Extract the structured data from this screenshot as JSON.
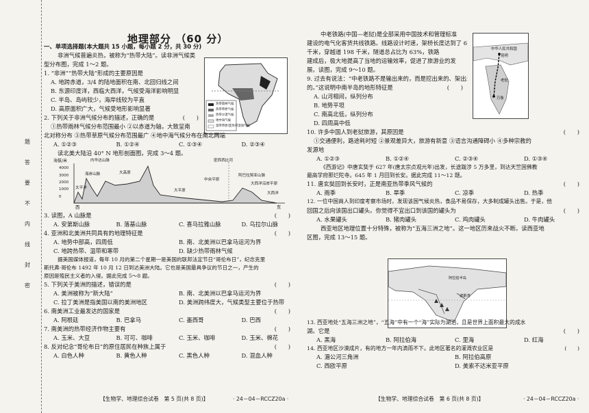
{
  "sidebar": {
    "chars": [
      "题",
      "答",
      "要",
      "不",
      "内",
      "线",
      "封",
      "密"
    ]
  },
  "title": "地理部分 （60 分）",
  "section": "一、单项选择题(本大题共 15 小题，每小题 2 分，共 30 分)",
  "intro1": [
    "非洲气候普遍炎热，被称为“热带大陆”。读非洲气候类",
    "型分布图，完成 1～2 题。"
  ],
  "q1": {
    "stem": "1. “非洲”“热带大陆”形成的主要原因是",
    "paren": "(　　)",
    "opts": [
      "A. 地跨赤道，3/4 的陆地面积在南、北回归线之间",
      "B. 东源印度洋，西临大西洋，气候受海洋影响明显",
      "C. 半岛、岛屿较少，海岸线较为平直",
      "D. 高原面积广大，气候受地形影响显著"
    ]
  },
  "q2": {
    "stem": "2. 下列关于非洲气候分布的描述，正确的是",
    "paren": "(　　)",
    "lines": [
      "①热带雨林气候分布范围最小  ②以赤道为轴，大致呈南",
      "北对称分布  ③热带草原气候分布范围最广  ④地中海气候分布在南北两端"
    ],
    "opts": [
      "A. ①②③",
      "B. ①②④",
      "C. ①③④",
      "D. ②③④"
    ]
  },
  "intro2": "读北美大陆沿 40° N 地形剖面图，完成 3～4 题。",
  "profile": {
    "ylabel": "海拔/米",
    "yticks": [
      "4000",
      "3000",
      "2000",
      "1000",
      "0"
    ],
    "west": "西",
    "east": "东",
    "labels": [
      "内华达山脉",
      "海岸山脉",
      "太平洋",
      "大高原",
      "大平原",
      "密西西比河",
      "中央平原",
      "阿巴拉契亚山脉",
      "大西洋沿岸平原",
      "大西洋"
    ]
  },
  "q3": {
    "stem": "3. 读图，A 山脉是",
    "paren": "(　　)",
    "opts": [
      "A. 安第斯山脉",
      "B. 落基山脉",
      "C. 喜马拉雅山脉",
      "D. 乌拉尔山脉"
    ]
  },
  "q4": {
    "stem": "4. 亚洲和北美洲共同具有的地理特征是",
    "paren": "(　　)",
    "opts": [
      "A. 地势中部高，四周低",
      "B. 南、北美洲以巴拿马运河为界",
      "C. 地跨热带、温带和寒带",
      "D. 缺少热带雨林气候"
    ]
  },
  "intro3": [
    "据美国媒体报道，每年 10 月的第二个星期一是美国的联邦法定节日“哥伦布日”，纪念克里",
    "斯托弗·哥伦布 1492 年 10 月 12 日到达美洲大陆。它也是美国最具争议的节日之一，产生的",
    "原因是殖民主义者的入侵。据此完成 5～8 题。"
  ],
  "q5": {
    "stem": "5. 下列关于美洲的描述，错误的是",
    "paren": "(　　)",
    "opts": [
      "A. 美洲被称为“新大陆”",
      "B. 南、北美洲以巴拿马运河为界",
      "C. 拉丁美洲是指美国以南的美洲地区",
      "D. 美洲跨纬度大，气候类型主要位于热带"
    ]
  },
  "q6": {
    "stem": "6. 南美洲工业最发达的国家是",
    "paren": "(　　)",
    "opts": [
      "A. 阿根廷",
      "B. 巴拿马",
      "C. 墨西哥",
      "D. 巴西"
    ]
  },
  "q7": {
    "stem": "7. 南美洲的热带经济作物主要有",
    "paren": "(　　)",
    "opts": [
      "A. 玉米、大豆",
      "B. 可可、咖啡",
      "C. 玉米、咖啡",
      "D. 玉米、棉花"
    ]
  },
  "q8": {
    "stem": "8. 反对纪念“哥伦布日”的原住居民在种族上属于",
    "paren": "(　　)",
    "opts": [
      "A. 白色人种",
      "B. 黄色人种",
      "C. 黑色人种",
      "D. 混血人种"
    ]
  },
  "footer_left": "【生物学、地理综合试卷　第 5 页(共 8 页)】",
  "footer_left_code": "· 24－04－RCCZ20a ·",
  "intro4": [
    "中老铁路(中国—老挝)是全部采用中国技术和管理标准",
    "建设的电气化客货共线铁路。线路设计时速，架桥长度达到了 62",
    "千米，穿越道 198 千米，隧道总占比为 63%，铁路",
    "建成后，极大地提高了当地的运输效率，促进了旅游业的发",
    "展。读图，完成 9～10 题。"
  ],
  "map1": {
    "labels": [
      "中华人民共和国",
      "昆明",
      "老挝",
      "万象"
    ]
  },
  "q9": {
    "stem": "9. 过去有说法：“中老铁路不是输出来的，而是挖出来的、架出来",
    "stem2": "的。”这说明中南半岛的地形特征是",
    "paren": "(　　)",
    "opts": [
      "A. 山河相间，纵列分布",
      "B. 地势平坦",
      "C. 南高北低，纵列分布",
      "D. 四周高中低"
    ]
  },
  "q10": {
    "stem": "10. 许多中国人到老挝旅游，其原因是",
    "paren": "(　　)",
    "lines": [
      "①交通便利，路途耗时短  ②景观差异大，旅游有新意  ③语言沟通障碍小  ④多种宗教的",
      "发源地"
    ],
    "opts": [
      "A. ①②③",
      "B. ①②④",
      "C. ②③④",
      "D. ①③④"
    ]
  },
  "intro5": [
    "《西游记》中唐玄奘于 627 年(唐太宗贞观元年)出发，长途跋涉 5 万多里，到达天竺国佛教",
    "最高学府那烂陀寺。645 年 1 月回到长安。据此完成 11～12 题。"
  ],
  "q11": {
    "stem": "11. 唐玄奘回到长安时，正是南亚热带季风气候的",
    "paren": "(　　)",
    "opts": [
      "A. 雨季",
      "B. 旱季",
      "C. 凉季",
      "D. 热季"
    ]
  },
  "q12": {
    "stem": "12. 一位中国商人到印度考察市场时，发现该国气候炎热，食品不易保存，大多制成罐头出售。于是，他",
    "stem2": "回国之后向该国出口罐头。你觉得不宜出口到该国的罐头为",
    "paren": "(　　)",
    "opts": [
      "A. 水果罐头",
      "B. 猪肉罐头",
      "C. 鸡肉罐头",
      "D. 牛肉罐头"
    ]
  },
  "intro6": [
    "西亚地区地理位置十分特殊，被称为“五海三洲之地”。这一地区历来战火不断。读西亚地",
    "区图，完成 13～15 题。"
  ],
  "map2": {
    "labels": [
      "阿拉伯半岛",
      "波斯湾"
    ]
  },
  "q13": {
    "stem": "13. 西亚地处“五海三洲之地”，“五海”中有一个“海”实际为湖泊，且是世界上面积最大的成水",
    "stem2": "湖。它是",
    "paren": "(　　)",
    "opts": [
      "A. 黑海",
      "B. 阿拉伯海",
      "C. 里海",
      "D. 红海"
    ]
  },
  "q14": {
    "stem": "14. 西亚地区沙漠成片，有的地方一年内滴雨不下。此地区著名的灌溉农业区是",
    "paren": "(　　)",
    "opts": [
      "A. 湄公河三角洲",
      "B. 阿拉伯高原",
      "C. 西欧平原",
      "D. 美索不达米亚平原"
    ]
  },
  "footer_right": "【生物学、地理综合试卷　第 6 页(共 8 页)】",
  "footer_right_code": "· 24－04－RCCZ20a ·",
  "legend": [
    "热带雨林气候",
    "热带草原气候",
    "热带沙漠气候",
    "地中海气候",
    "温带草原/亚热带湿润气候"
  ]
}
